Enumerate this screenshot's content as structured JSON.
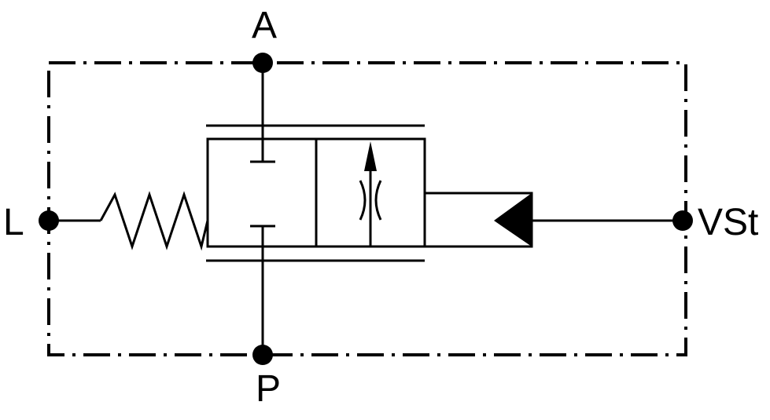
{
  "ports": {
    "a": "A",
    "p": "P",
    "l": "L",
    "vst": "VSt"
  },
  "colors": {
    "line": "#000000",
    "background": "#ffffff"
  }
}
